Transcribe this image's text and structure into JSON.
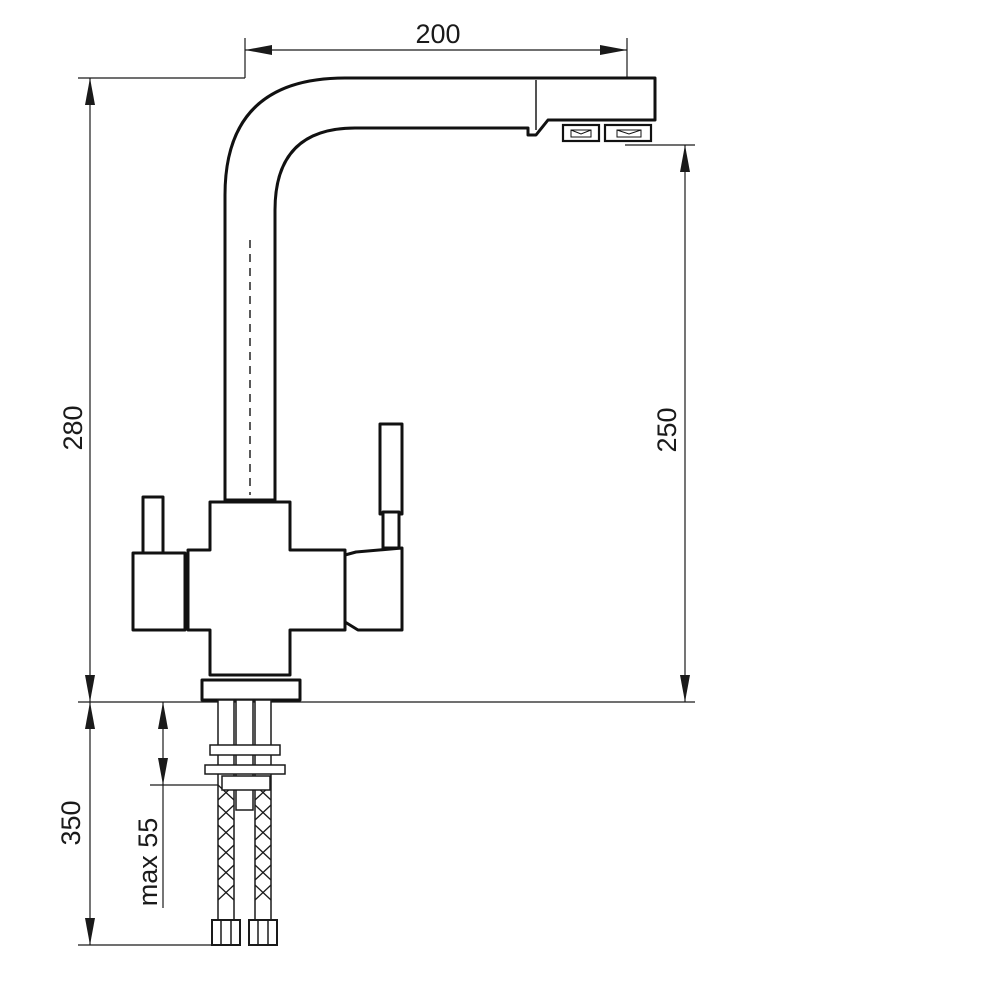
{
  "dimensions": {
    "spout_reach": "200",
    "total_height": "280",
    "spout_height": "250",
    "hose_length": "350",
    "max_countertop": "max 55"
  },
  "colors": {
    "line": "#1a1a1a",
    "background": "#ffffff"
  }
}
